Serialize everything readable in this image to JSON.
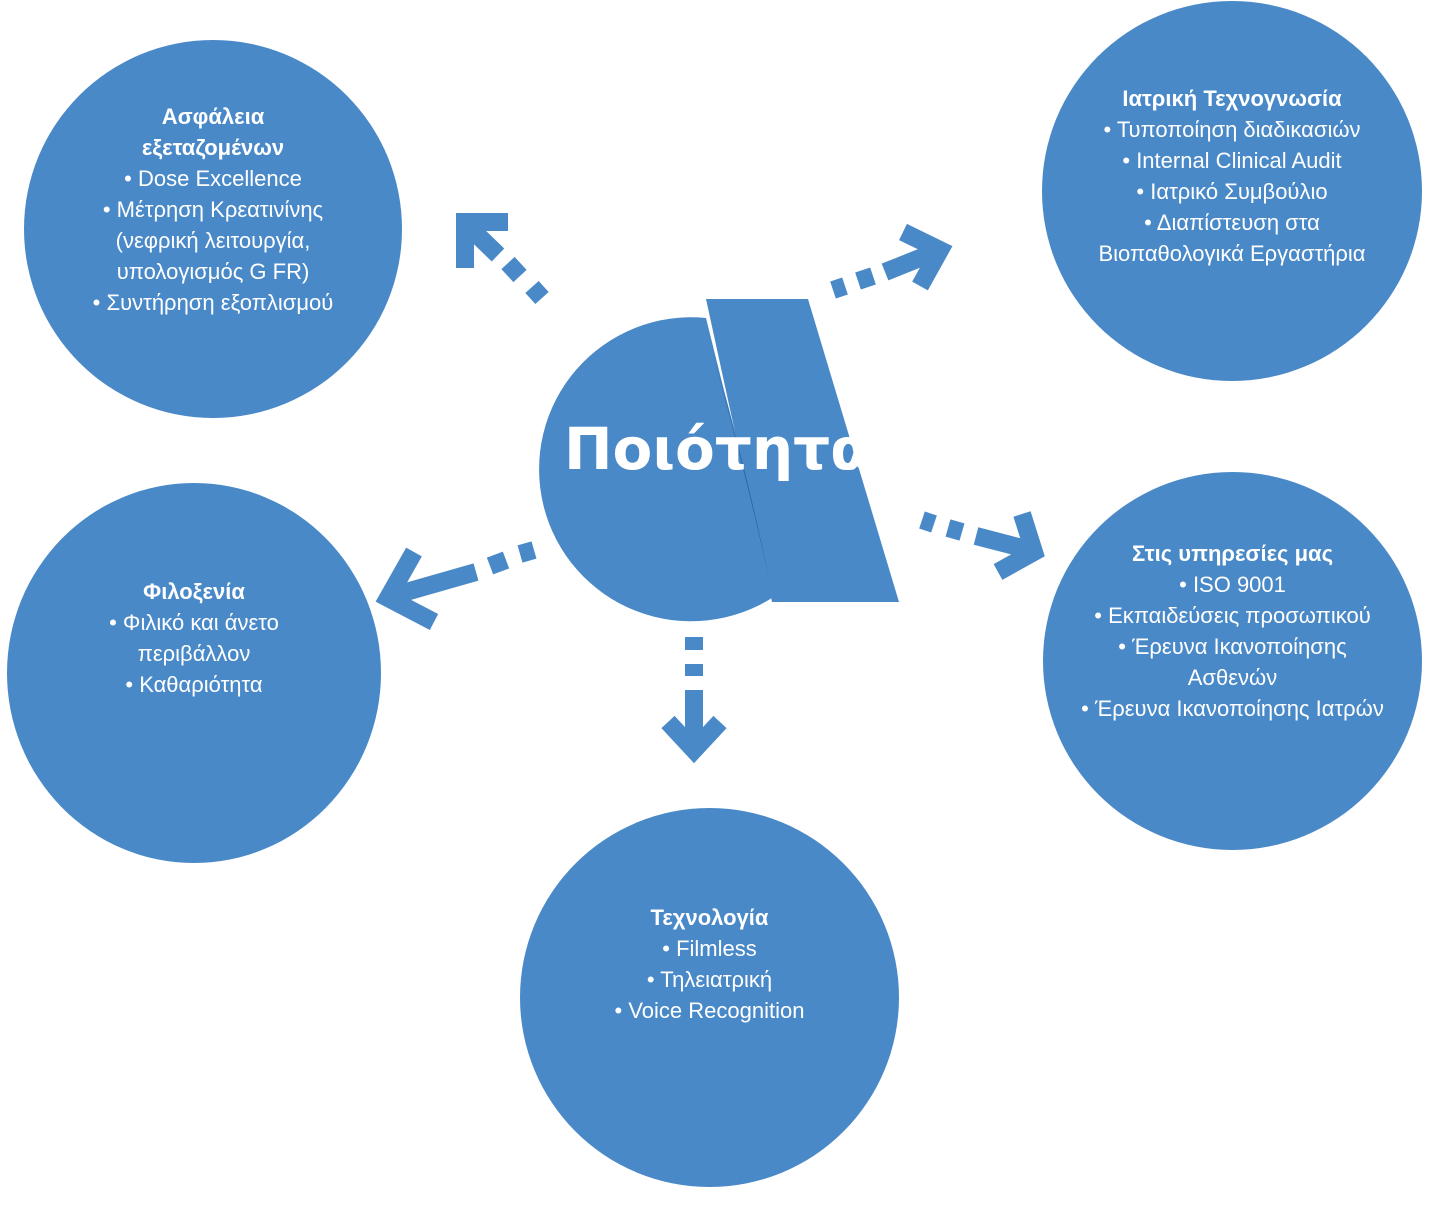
{
  "center": {
    "title": "Ποιότητα"
  },
  "nodes": {
    "safety": {
      "title_lines": [
        "Ασφάλεια",
        "εξεταζομένων"
      ],
      "items": [
        "Dose Excellence",
        "Μέτρηση Κρεατινίνης (νεφρική λειτουργία, υπολογισμός G FR)",
        "Συντήρηση εξοπλισμού"
      ]
    },
    "medical": {
      "title": "Ιατρική Τεχνογνωσία",
      "items": [
        "Τυποποίηση διαδικασιών",
        "Internal Clinical Audit",
        "Ιατρικό Συμβούλιο",
        "Διαπίστευση στα Βιοπαθολογικά Εργαστήρια"
      ]
    },
    "hospitality": {
      "title": "Φιλοξενία",
      "items": [
        "Φιλικό και άνετο περιβάλλον",
        "Καθαριότητα"
      ]
    },
    "services": {
      "title": "Στις υπηρεσίες μας",
      "items": [
        "ISO 9001",
        "Εκπαιδεύσεις προσωπικού",
        "Έρευνα Ικανοποίησης Ασθενών",
        "Έρευνα Ικανοποίησης Ιατρών"
      ]
    },
    "tech": {
      "title": "Τεχνολογία",
      "items": [
        "Filmless",
        "Τηλειατρική",
        "Voice Recognition"
      ]
    }
  },
  "colors": {
    "circle": "#4a89c8",
    "text": "#ffffff",
    "background": "#ffffff"
  }
}
